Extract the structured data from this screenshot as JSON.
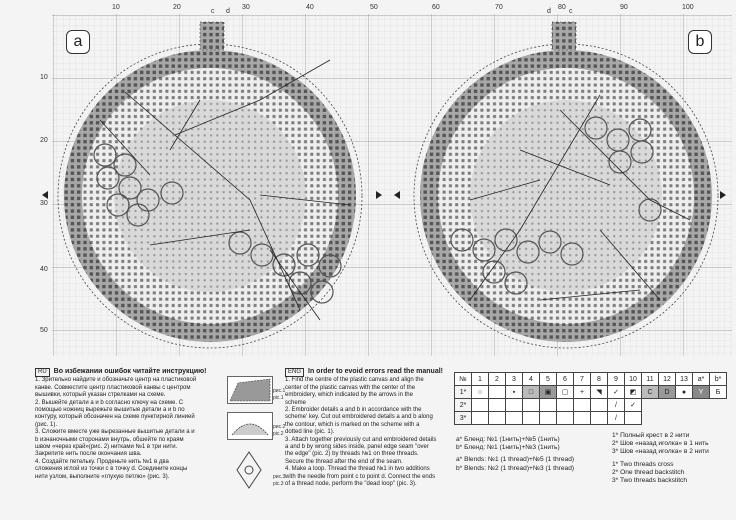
{
  "axis_top": {
    "left": [
      "10",
      "20",
      "30",
      "40",
      "50"
    ],
    "right": [
      "60",
      "70",
      "80",
      "90",
      "100"
    ],
    "markers_left": [
      "c",
      "d"
    ],
    "markers_right": [
      "d",
      "c"
    ]
  },
  "axis_side": [
    "10",
    "20",
    "30",
    "40",
    "50"
  ],
  "panels": {
    "a": "a",
    "b": "b"
  },
  "ru": {
    "flag": "RU",
    "heading": "Во избежании ошибок читайте инструкцию!",
    "lines": [
      "1. Зрительно найдите и обозначьте центр на пластиковой",
      "канве. Совместите центр пластиковой канвы с центром",
      "вышивки, который указан стрелками на схеме.",
      "2. Вышейте детали a и b согласно ключу на схеме. С",
      "помощью ножниц вырежьте вышитые детали a и b по",
      "контуру, который обозначен на схеме пунктирной линией",
      "(рис. 1).",
      "3. Сложите вместе уже вырезанные вышитые детали a и",
      "b изнаночными сторонами внутрь, обшейте по краям",
      "швом «через край»(рис. 2) нитками №1 в три нити.",
      "Закрепите нить после окончания шва.",
      "4. Создайте петельку. Проденьте нить №1 в два",
      "сложения иглой из точки c в точку d. Соедините концы",
      "нити узлом, выполните «глухую петлю» (рис. 3)."
    ],
    "fig_labels": [
      "рис.1",
      "pic.1",
      "рис.2",
      "pic.2",
      "рис.3",
      "pic.3"
    ]
  },
  "eng": {
    "flag": "ENG",
    "heading": "In order to evoid errors read the manual!",
    "lines": [
      "1. Find the centre of the plastic canvas and align the",
      "center of the plastic canvas with the center of the",
      "embroidery, which indicated by the arrows in the",
      "scheme",
      "2. Embroider details a and b in accordance with the",
      "scheme' key. Cut out embroidered details a and b along",
      "the contour, which is marked on the scheme with a",
      "dotted line (pic. 1).",
      "3. Attach together previously cut and embroidered details",
      "a and b by wrong sides inside, panel edge seam \"over",
      "the edge\" (pic. 2) by threads №1 on three threads.",
      "Secure the thread after the end of the seam.",
      "4. Make a loop. Thread the thread №1 in two additions",
      "with the needle from point c to point d. Connect the ends",
      "of a thread node, perform the \"dead loop\" (pic. 3)."
    ]
  },
  "key": {
    "header": [
      "№",
      "1",
      "2",
      "3",
      "4",
      "5",
      "6",
      "7",
      "8",
      "9",
      "10",
      "11",
      "12",
      "13",
      "a*",
      "b*"
    ],
    "row_labels": [
      "1*",
      "2*",
      "3*"
    ],
    "row1_symbols": [
      "○",
      "",
      "▪",
      "□",
      "▣",
      "▢",
      "+",
      "◥",
      "✓",
      "◩",
      "C",
      "D",
      "●",
      "Y",
      "Б"
    ],
    "row2_symbols": [
      "",
      "",
      "",
      "",
      "",
      "",
      "",
      "",
      "/",
      "✓",
      "",
      "",
      "",
      "",
      "",
      ""
    ],
    "row3_symbols": [
      "",
      "",
      "",
      "",
      "",
      "",
      "",
      "",
      "/",
      "",
      "",
      "",
      "",
      "",
      "",
      ""
    ]
  },
  "legend": {
    "blend_ru": [
      "a* Бленд: №1 (1нить)+№5 (1нить)",
      "b* Бленд: №1 (1нить)+№3 (1нить)"
    ],
    "blend_en": [
      "a* Blends: №1 (1 thread)+№5 (1 thread)",
      "b* Blends: №2 (1 thread)+№3 (1 thread)"
    ],
    "stitch_ru": [
      "1* Полный крест в 2 нити",
      "2* Шов «назад иголка» в 1 нить",
      "3* Шов «назад иголка» в 2 нити"
    ],
    "stitch_en": [
      "1* Two threads cross",
      "2* One thread backstitch",
      "3* Two threads backstitch"
    ]
  }
}
